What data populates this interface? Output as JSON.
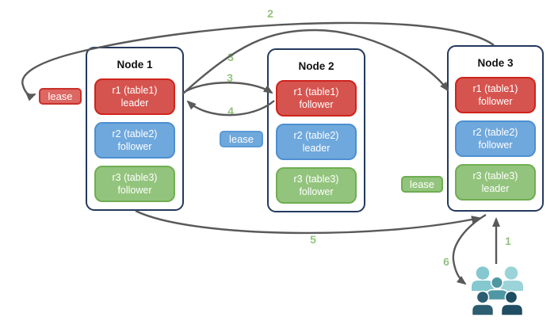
{
  "nodes": [
    {
      "title": "Node 1",
      "replicas": [
        {
          "name": "r1 (table1)",
          "role": "leader",
          "color": "#d6544f"
        },
        {
          "name": "r2 (table2)",
          "role": "follower",
          "color": "#6fa8dc"
        },
        {
          "name": "r3 (table3)",
          "role": "follower",
          "color": "#93c47d"
        }
      ]
    },
    {
      "title": "Node 2",
      "replicas": [
        {
          "name": "r1 (table1)",
          "role": "follower",
          "color": "#d6544f"
        },
        {
          "name": "r2 (table2)",
          "role": "leader",
          "color": "#6fa8dc"
        },
        {
          "name": "r3 (table3)",
          "role": "follower",
          "color": "#93c47d"
        }
      ]
    },
    {
      "title": "Node 3",
      "replicas": [
        {
          "name": "r1 (table1)",
          "role": "follower",
          "color": "#d6544f"
        },
        {
          "name": "r2 (table2)",
          "role": "follower",
          "color": "#6fa8dc"
        },
        {
          "name": "r3 (table3)",
          "role": "leader",
          "color": "#93c47d"
        }
      ]
    }
  ],
  "leases": [
    {
      "label": "lease",
      "color": "#dd6763",
      "range": "r1"
    },
    {
      "label": "lease",
      "color": "#6fa8dc",
      "range": "r2"
    },
    {
      "label": "lease",
      "color": "#93c47d",
      "range": "r3"
    }
  ],
  "steps": {
    "s1": "1",
    "s2": "2",
    "s3a": "3",
    "s3b": "3",
    "s4": "4",
    "s5": "5",
    "s6": "6"
  },
  "icons": {
    "users": "users-group-icon"
  },
  "colors": {
    "node_border": "#24395e",
    "arrow": "#595959",
    "step_label": "#93c47d",
    "red_replica": "#d6544f",
    "blue_replica": "#6fa8dc",
    "green_replica": "#93c47d",
    "users_light": "#85c8cf",
    "users_lighter": "#9bd4d8",
    "users_medium": "#4f97a2",
    "users_dark": "#2c5d70",
    "users_darker": "#1f4d61"
  }
}
